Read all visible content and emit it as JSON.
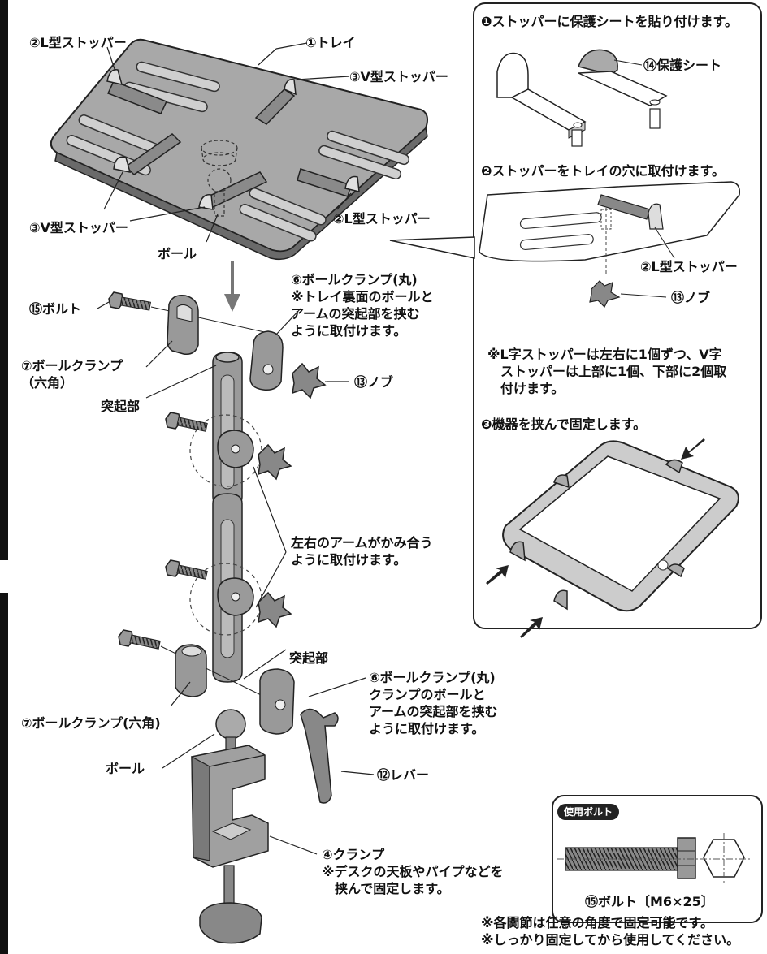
{
  "left_diagram": {
    "labels": {
      "l_stopper_top": "②L型ストッパー",
      "tray": "①トレイ",
      "v_stopper_right": "③V型ストッパー",
      "v_stopper_left": "③V型ストッパー",
      "l_stopper_right": "②L型ストッパー",
      "ball_top": "ボール",
      "ball_clamp_round_top": "⑥ボールクランプ(丸)\n※トレイ裏面のボールと\nアームの突起部を挟む\nように取付けます。",
      "bolt": "⑮ボルト",
      "ball_clamp_hex_top": "⑦ボールクランプ\n（六角）",
      "knob_mid": "⑬ノブ",
      "protrusion_top": "突起部",
      "arms_note": "左右のアームがかみ合う\nように取付けます。",
      "protrusion_bottom": "突起部",
      "ball_clamp_round_bottom": "⑥ボールクランプ(丸)\nクランプのボールと\nアームの突起部を挟む\nように取付けます。",
      "ball_clamp_hex_bottom": "⑦ボールクランプ(六角)",
      "ball_bottom": "ボール",
      "lever": "⑫レバー",
      "clamp": "④クランプ\n※デスクの天板やパイプなどを\n　挟んで固定します。",
      "footer_note": "※各関節は任意の角度で固定可能です。\n※しっかり固定してから使用してください。"
    }
  },
  "right_panel": {
    "step1": "❶ストッパーに保護シートを貼り付けます。",
    "protective_sheet": "⑭保護シート",
    "step2": "❷ストッパーをトレイの穴に取付けます。",
    "l_stopper": "②L型ストッパー",
    "knob": "⑬ノブ",
    "note": "※L字ストッパーは左右に1個ずつ、V字\n　ストッパーは上部に1個、下部に2個取\n　付けます。",
    "step3": "❸機器を挟んで固定します。"
  },
  "bolt_box": {
    "badge": "使用ボルト",
    "label": "⑮ボルト〔M6×25〕"
  }
}
